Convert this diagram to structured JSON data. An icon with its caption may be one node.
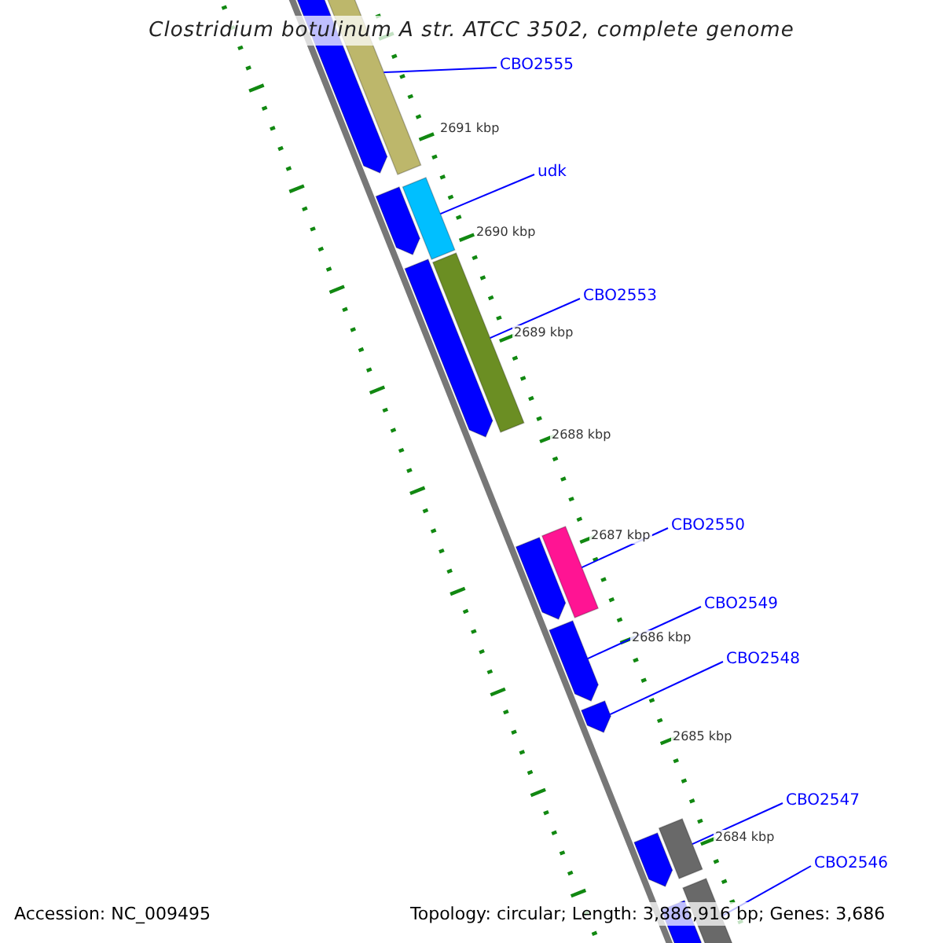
{
  "diagram": {
    "title": "Clostridium botulinum A str. ATCC 3502, complete genome",
    "nodes": [
      {
        "text": [
          "CBO2555"
        ]
      },
      {
        "text": [],
        "shape": "bar"
      },
      {
        "text": [],
        "shape": "arrow"
      },
      {
        "text": [
          "udk"
        ]
      },
      {
        "text": [],
        "shape": "bar"
      },
      {
        "text": [],
        "shape": "arrow"
      },
      {
        "text": [
          "CBO2553"
        ]
      },
      {
        "text": [],
        "shape": "bar"
      },
      {
        "text": [],
        "shape": "arrow"
      },
      {
        "text": [
          "CBO2550"
        ]
      },
      {
        "text": [],
        "shape": "bar"
      },
      {
        "text": [],
        "shape": "arrow"
      },
      {
        "text": [
          "CBO2549"
        ]
      },
      {
        "text": [],
        "shape": "arrow"
      },
      {
        "text": [
          "CBO2548"
        ]
      },
      {
        "text": [],
        "shape": "arrow"
      },
      {
        "text": [
          "CBO2547"
        ]
      },
      {
        "text": [],
        "shape": "bar"
      },
      {
        "text": [],
        "shape": "arrow"
      },
      {
        "text": [
          "CBO2546"
        ]
      },
      {
        "text": [],
        "shape": "bar"
      },
      {
        "text": [],
        "shape": "arrow"
      }
    ],
    "edges": [
      {
        "from": 0,
        "to": 1,
        "arrow": "none"
      },
      {
        "from": 3,
        "to": 4,
        "arrow": "none"
      },
      {
        "from": 6,
        "to": 7,
        "arrow": "none"
      },
      {
        "from": 9,
        "to": 10,
        "arrow": "none"
      },
      {
        "from": 12,
        "to": 13,
        "arrow": "none"
      },
      {
        "from": 14,
        "to": 15,
        "arrow": "none"
      },
      {
        "from": 16,
        "to": 17,
        "arrow": "none"
      },
      {
        "from": 19,
        "to": 20,
        "arrow": "none"
      }
    ],
    "labels": [
      "2691 kbp",
      "2690 kbp",
      "2689 kbp",
      "2688 kbp",
      "2687 kbp",
      "2686 kbp",
      "2685 kbp",
      "2684 kbp",
      "Accession: NC_009495",
      "Topology: circular; Length: 3,886,916 bp; Genes: 3,686"
    ]
  }
}
